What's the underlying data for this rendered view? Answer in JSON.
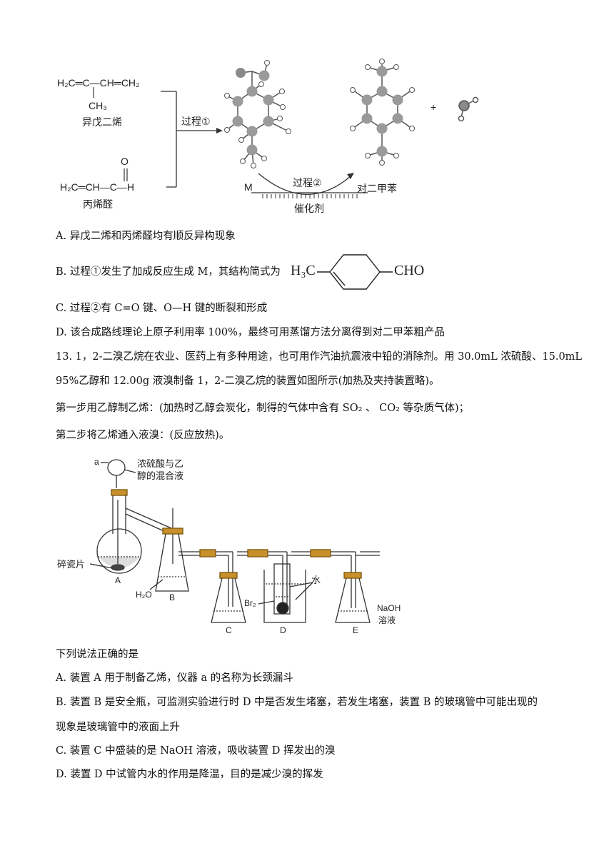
{
  "figure1": {
    "isoprene_formula": "H₂C═C—CH═CH₂",
    "isoprene_branch": "CH₃",
    "isoprene_name": "异戊二烯",
    "acrolein_o": "O",
    "acrolein_formula": "H₂C═CH—C—H",
    "acrolein_name": "丙烯醛",
    "process1": "过程①",
    "process2": "过程②",
    "m_label": "M",
    "product_label": "对二甲苯",
    "catalyst": "催化剂",
    "plus": "+"
  },
  "q12_options": {
    "a": "A.  异戊二烯和丙烯醛均有顺反异构现象",
    "b": "B.  过程①发生了加成反应生成 M，其结构简式为",
    "b_left": "H₃C",
    "b_right": "CHO",
    "c": "C.  过程②有 C=O 键、O—H 键的断裂和形成",
    "d": "D.  该合成路线理论上原子利用率 100%，最终可用蒸馏方法分离得到对二甲苯粗产品"
  },
  "q13": {
    "line1": "13. 1，2-二溴乙烷在农业、医药上有多种用途，也可用作汽油抗震液中铅的消除剂。用 30.0mL 浓硫酸、15.0mL",
    "line2": "95%乙醇和 12.00g 液溴制备 1，2-二溴乙烷的装置如图所示(加热及夹持装置略)。",
    "step1": "第一步用乙醇制乙烯：(加热时乙醇会炭化，制得的气体中含有 SO₂ 、 CO₂ 等杂质气体)；",
    "step2": "第二步将乙烯通入液溴：(反应放热)。",
    "prompt": "下列说法正确的是",
    "opt_a": "A.  装置 A 用于制备乙烯，仪器 a 的名称为长颈漏斗",
    "opt_b1": "B.  装置 B 是安全瓶，可监测实验进行时 D 中是否发生堵塞，若发生堵塞，装置 B 的玻璃管中可能出现的",
    "opt_b2": "现象是玻璃管中的液面上升",
    "opt_c": "C.  装置 C 中盛装的是 NaOH 溶液，吸收装置 D 挥发出的溴",
    "opt_d": "D.  装置 D 中试管内水的作用是降温，目的是减少溴的挥发"
  },
  "apparatus": {
    "a": "a",
    "funnel_note1": "浓硫酸与乙",
    "funnel_note2": "醇的混合液",
    "chips": "碎瓷片",
    "A": "A",
    "B": "B",
    "C": "C",
    "D": "D",
    "E": "E",
    "h2o": "H₂O",
    "br2": "Br₂",
    "water": "水",
    "naoh1": "NaOH",
    "naoh2": "溶液"
  }
}
